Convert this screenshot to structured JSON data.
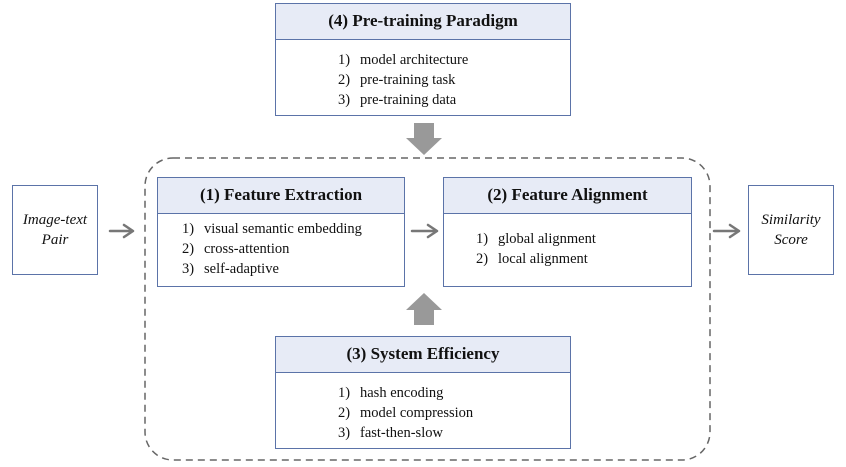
{
  "input_box": {
    "line1": "Image-text",
    "line2": "Pair"
  },
  "output_box": {
    "line1": "Similarity",
    "line2": "Score"
  },
  "pretraining": {
    "title": "(4) Pre-training Paradigm",
    "items": [
      {
        "num": "1)",
        "label": "model architecture"
      },
      {
        "num": "2)",
        "label": "pre-training task"
      },
      {
        "num": "3)",
        "label": "pre-training data"
      }
    ]
  },
  "feature_extraction": {
    "title": "(1) Feature Extraction",
    "items": [
      {
        "num": "1)",
        "label": "visual semantic embedding"
      },
      {
        "num": "2)",
        "label": "cross-attention"
      },
      {
        "num": "3)",
        "label": "self-adaptive"
      }
    ]
  },
  "feature_alignment": {
    "title": "(2) Feature Alignment",
    "items": [
      {
        "num": "1)",
        "label": "global alignment"
      },
      {
        "num": "2)",
        "label": "local alignment"
      }
    ]
  },
  "system_efficiency": {
    "title": "(3) System Efficiency",
    "items": [
      {
        "num": "1)",
        "label": "hash encoding"
      },
      {
        "num": "2)",
        "label": "model compression"
      },
      {
        "num": "3)",
        "label": "fast-then-slow"
      }
    ]
  },
  "colors": {
    "border": "#5b73a8",
    "header_fill": "#e7ebf6",
    "arrow": "#999999",
    "dashed": "#666666"
  }
}
